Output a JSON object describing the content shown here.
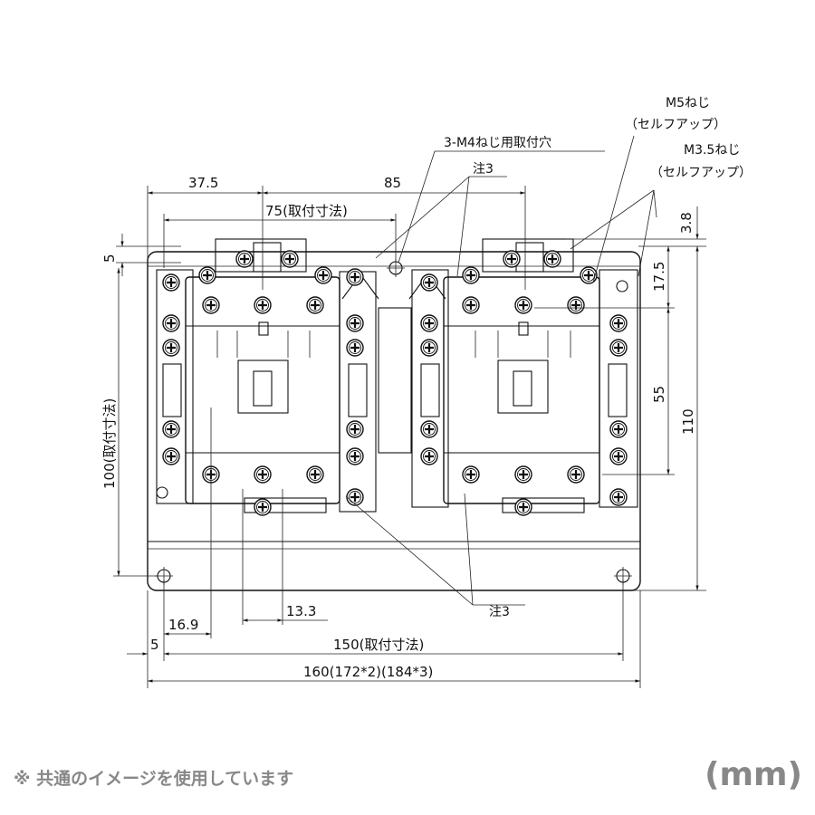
{
  "dimensions": {
    "d37_5": "37.5",
    "d85": "85",
    "d75": "75(取付寸法)",
    "d5_top": "5",
    "d3_8": "3.8",
    "d17_5": "17.5",
    "d55": "55",
    "d110": "110",
    "d100": "100(取付寸法)",
    "d16_9": "16.9",
    "d13_3": "13.3",
    "d5_bottom": "5",
    "d150": "150(取付寸法)",
    "d160": "160(172*2)(184*3)"
  },
  "notes": {
    "mounting_holes": "3-M4ねじ用取付穴",
    "note3_top": "注3",
    "note3_bottom": "注3",
    "m5_title": "M5ねじ",
    "m5_sub": "（セルフアップ）",
    "m35_title": "M3.5ねじ",
    "m35_sub": "（セルフアップ）"
  },
  "footer": {
    "disclaimer": "※ 共通のイメージを使用しています",
    "unit": "(mm)"
  }
}
